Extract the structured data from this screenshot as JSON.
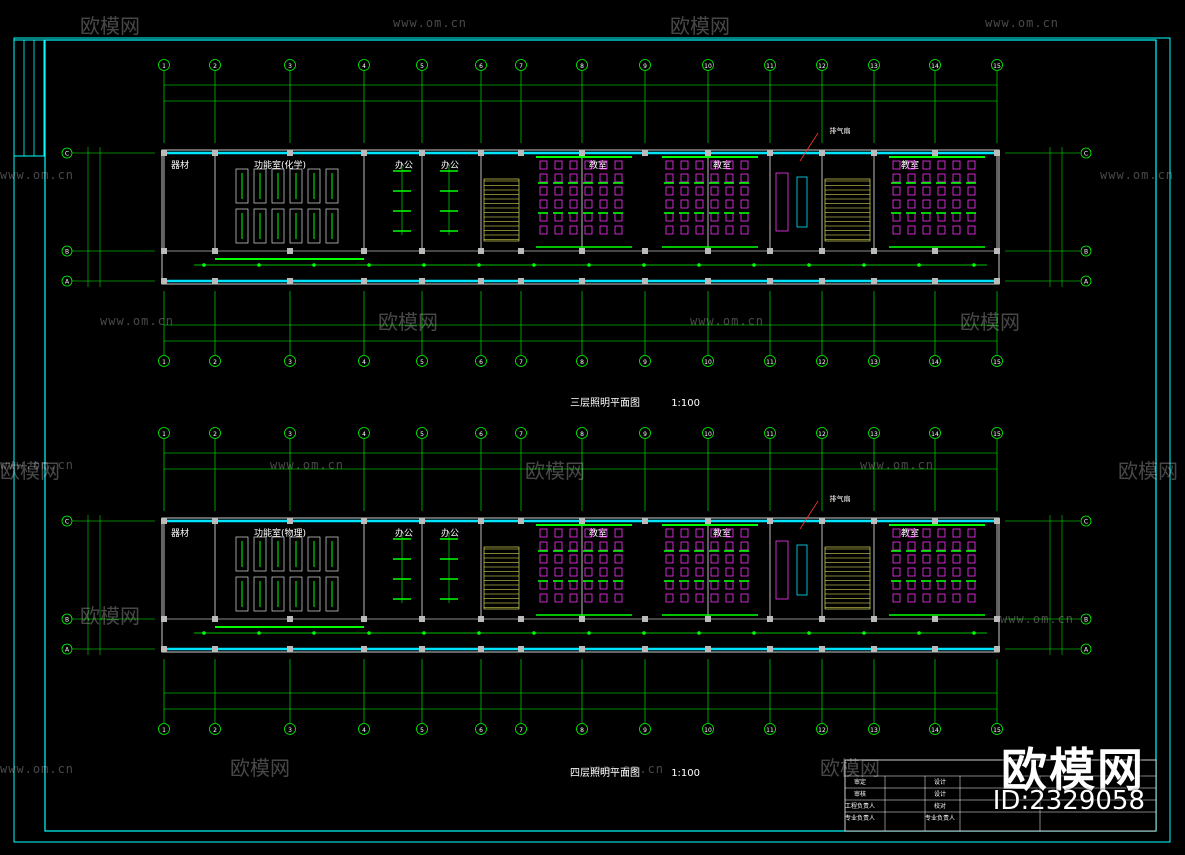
{
  "colors": {
    "background": "#000000",
    "frame": "#00FFFF",
    "wall": "#00E5FF",
    "circuit": "#00FF00",
    "seat": "#FF33FF",
    "grid": "#00FF00",
    "text": "#FFFFFF",
    "stair": "#FFFF66"
  },
  "watermark": {
    "brand": "欧模网",
    "url": "www.om.cn",
    "id": "ID:2329058"
  },
  "axes": [
    "1",
    "2",
    "3",
    "4",
    "5",
    "6",
    "7",
    "8",
    "9",
    "10",
    "11",
    "12",
    "13",
    "14",
    "15"
  ],
  "row_axes": [
    "C",
    "B",
    "A"
  ],
  "plans": [
    {
      "title": "三层照明平面图",
      "scale": "1:100",
      "rooms": [
        "器材",
        "功能室(化学)",
        "办公",
        "办公",
        "教室",
        "教室",
        "教室"
      ],
      "annotation": "排气扇"
    },
    {
      "title": "四层照明平面图",
      "scale": "1:100",
      "rooms": [
        "器材",
        "功能室(物理)",
        "办公",
        "办公",
        "教室",
        "教室",
        "教室"
      ],
      "annotation": "排气扇"
    }
  ],
  "title_block": {
    "rows": [
      [
        "审定",
        "",
        "设计",
        ""
      ],
      [
        "审核",
        "",
        "设计",
        ""
      ],
      [
        "工程负责人",
        "",
        "校对",
        ""
      ],
      [
        "专业负责人",
        "",
        "专业负责人",
        ""
      ]
    ]
  }
}
